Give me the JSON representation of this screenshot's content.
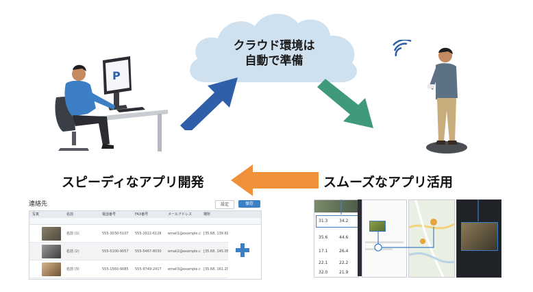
{
  "cloud": {
    "line1": "クラウド環境は",
    "line2": "自動で準備"
  },
  "captions": {
    "left": "スピーディなアプリ開発",
    "right": "スムーズなアプリ活用"
  },
  "contacts_table": {
    "title": "連絡先",
    "buttons": [
      "設定",
      "保存"
    ],
    "columns": [
      "写真",
      "名前",
      "電話番号",
      "FAX番号",
      "メールアドレス",
      "場所"
    ],
    "rows": [
      {
        "name": "名前 (1)",
        "phone": "555-3030-5107",
        "fax": "555-2922-6128",
        "email": "email1@example.c...",
        "location": "[35.68, 139.69]"
      },
      {
        "name": "名前 (2)",
        "phone": "555-5100-9057",
        "fax": "555-5467-8030",
        "email": "email2@example.c...",
        "location": "[35.68, 145.05]"
      },
      {
        "name": "名前 (3)",
        "phone": "555-1560-9085",
        "fax": "555-9749-2417",
        "email": "email3@example.c...",
        "location": "[35.68, 161.20]"
      }
    ]
  },
  "mobile_app": {
    "values": [
      "31.3",
      "34.2",
      "35.6",
      "44.6",
      "17.1",
      "26.4",
      "22.1",
      "22.2",
      "32.0",
      "21.9"
    ]
  },
  "colors": {
    "arrow_up": "#2f5fa8",
    "arrow_down": "#3e9a78",
    "arrow_left": "#f0913a",
    "cloud": "#cfe0ef",
    "accent": "#3c7fc4"
  }
}
